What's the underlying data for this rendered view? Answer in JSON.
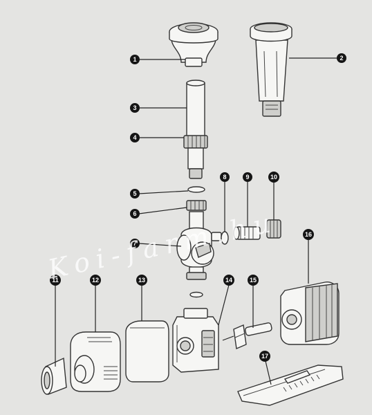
{
  "callouts": [
    {
      "id": "1",
      "label": "1"
    },
    {
      "id": "2",
      "label": "2"
    },
    {
      "id": "3",
      "label": "3"
    },
    {
      "id": "4",
      "label": "4"
    },
    {
      "id": "5",
      "label": "5"
    },
    {
      "id": "6",
      "label": "6"
    },
    {
      "id": "7",
      "label": "7"
    },
    {
      "id": "8",
      "label": "8"
    },
    {
      "id": "9",
      "label": "9"
    },
    {
      "id": "10",
      "label": "10"
    },
    {
      "id": "11",
      "label": "11"
    },
    {
      "id": "12",
      "label": "12"
    },
    {
      "id": "13",
      "label": "13"
    },
    {
      "id": "14",
      "label": "14"
    },
    {
      "id": "15",
      "label": "15"
    },
    {
      "id": "16",
      "label": "16"
    },
    {
      "id": "17",
      "label": "17"
    }
  ],
  "watermark": {
    "text": "Koi-farm.hu"
  },
  "colors": {
    "background": "#e4e4e2",
    "badge": "#151515",
    "line": "#333333",
    "part_fill": "#f6f6f4"
  }
}
